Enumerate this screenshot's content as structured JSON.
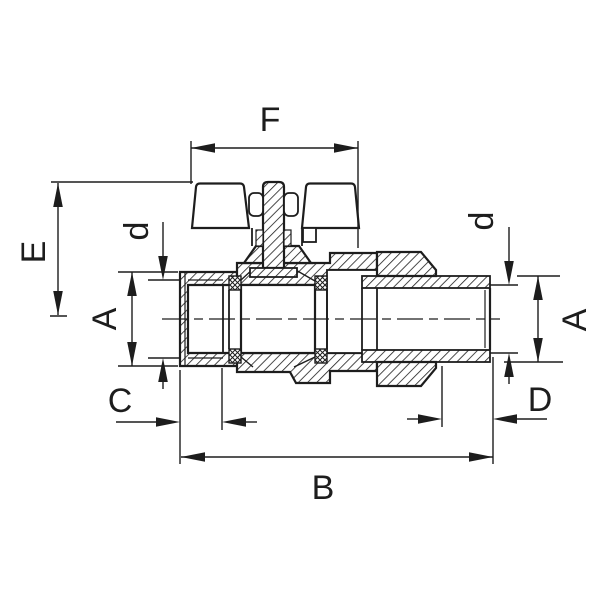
{
  "meta": {
    "description": "Dimensioned cross-section technical drawing of a mini ball valve with butterfly wing handle, female threaded inlet, union nut and male threaded outlet",
    "background_color": "#ffffff",
    "ink_color": "#1d1d1d"
  },
  "labels": {
    "f": "F",
    "e": "E",
    "d_left": "d",
    "a_left": "A",
    "c": "C",
    "b": "B",
    "d_big": "D",
    "d_right": "d",
    "a_right": "A"
  }
}
